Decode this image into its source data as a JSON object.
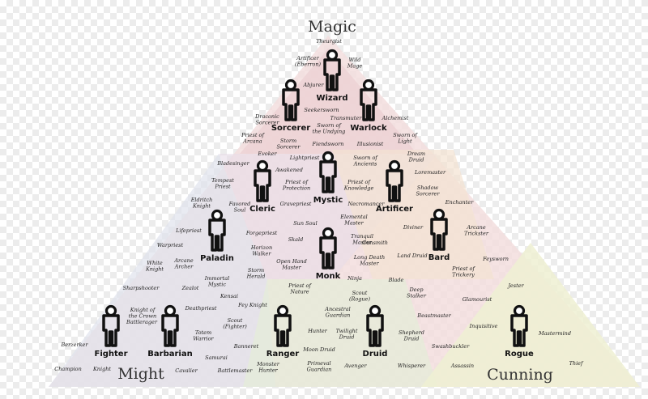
{
  "corners": [
    {
      "id": "magic",
      "label": "Magic"
    },
    {
      "id": "might",
      "label": "Might"
    },
    {
      "id": "cunning",
      "label": "Cunning"
    }
  ],
  "classes": [
    {
      "id": "wizard",
      "label": "Wizard"
    },
    {
      "id": "sorcerer",
      "label": "Sorcerer"
    },
    {
      "id": "warlock",
      "label": "Warlock"
    },
    {
      "id": "cleric",
      "label": "Cleric"
    },
    {
      "id": "mystic",
      "label": "Mystic"
    },
    {
      "id": "artificer",
      "label": "Artificer"
    },
    {
      "id": "bard",
      "label": "Bard"
    },
    {
      "id": "paladin",
      "label": "Paladin"
    },
    {
      "id": "monk",
      "label": "Monk"
    },
    {
      "id": "fighter",
      "label": "Fighter"
    },
    {
      "id": "barbarian",
      "label": "Barbarian"
    },
    {
      "id": "ranger",
      "label": "Ranger"
    },
    {
      "id": "druid",
      "label": "Druid"
    },
    {
      "id": "rogue",
      "label": "Rogue"
    }
  ],
  "subclasses": [
    {
      "id": "theurgist",
      "lines": [
        "Theurgist"
      ]
    },
    {
      "id": "artificer-eberron",
      "lines": [
        "Artificer",
        "(Eberron)"
      ]
    },
    {
      "id": "wild-mage",
      "lines": [
        "Wild",
        "Mage"
      ]
    },
    {
      "id": "abjurer",
      "lines": [
        "Abjurer"
      ]
    },
    {
      "id": "seekersworn",
      "lines": [
        "Seekersworn"
      ]
    },
    {
      "id": "alchemist",
      "lines": [
        "Alchemist"
      ]
    },
    {
      "id": "draconic-sorcerer",
      "lines": [
        "Draconic",
        "Sorcerer"
      ]
    },
    {
      "id": "transmuter",
      "lines": [
        "Transmuter"
      ]
    },
    {
      "id": "sworn-of-the-undying",
      "lines": [
        "Sworn of",
        "the Undying"
      ]
    },
    {
      "id": "priest-of-arcana",
      "lines": [
        "Priest of",
        "Arcana"
      ]
    },
    {
      "id": "storm-sorcerer",
      "lines": [
        "Storm",
        "Sorcerer"
      ]
    },
    {
      "id": "sworn-of-light",
      "lines": [
        "Sworn of",
        "Light"
      ]
    },
    {
      "id": "fiendsworn",
      "lines": [
        "Fiendsworn"
      ]
    },
    {
      "id": "illusionist",
      "lines": [
        "Illusionist"
      ]
    },
    {
      "id": "evoker",
      "lines": [
        "Evoker"
      ]
    },
    {
      "id": "lightpriest",
      "lines": [
        "Lightpriest"
      ]
    },
    {
      "id": "sworn-of-ancients",
      "lines": [
        "Sworn of",
        "Ancients"
      ]
    },
    {
      "id": "dream-druid",
      "lines": [
        "Dream",
        "Druid"
      ]
    },
    {
      "id": "bladesinger",
      "lines": [
        "Bladesinger"
      ]
    },
    {
      "id": "awakened",
      "lines": [
        "Awakened"
      ]
    },
    {
      "id": "loremaster",
      "lines": [
        "Loremaster"
      ]
    },
    {
      "id": "tempest-priest",
      "lines": [
        "Tempest",
        "Priest"
      ]
    },
    {
      "id": "priest-of-protection",
      "lines": [
        "Priest of",
        "Protection"
      ]
    },
    {
      "id": "priest-of-knowledge",
      "lines": [
        "Priest of",
        "Knowledge"
      ]
    },
    {
      "id": "shadow-sorcerer",
      "lines": [
        "Shadow",
        "Sorcerer"
      ]
    },
    {
      "id": "eldritch-knight",
      "lines": [
        "Eldritch",
        "Knight"
      ]
    },
    {
      "id": "favored-soul",
      "lines": [
        "Favored",
        "Soul"
      ]
    },
    {
      "id": "gravepriest",
      "lines": [
        "Gravepriest"
      ]
    },
    {
      "id": "necromancer",
      "lines": [
        "Necromancer"
      ]
    },
    {
      "id": "enchanter",
      "lines": [
        "Enchanter"
      ]
    },
    {
      "id": "sun-soul",
      "lines": [
        "Sun Soul"
      ]
    },
    {
      "id": "elemental-master",
      "lines": [
        "Elemental",
        "Master"
      ]
    },
    {
      "id": "lifepriest",
      "lines": [
        "Lifepriest"
      ]
    },
    {
      "id": "forgepriest",
      "lines": [
        "Forgepriest"
      ]
    },
    {
      "id": "diviner",
      "lines": [
        "Diviner"
      ]
    },
    {
      "id": "arcane-trickster",
      "lines": [
        "Arcane",
        "Trickster"
      ]
    },
    {
      "id": "skald",
      "lines": [
        "Skald"
      ]
    },
    {
      "id": "tranquil-master",
      "lines": [
        "Tranquil",
        "Master"
      ]
    },
    {
      "id": "warpriest",
      "lines": [
        "Warpriest"
      ]
    },
    {
      "id": "horizon-walker",
      "lines": [
        "Horizon",
        "Walker"
      ]
    },
    {
      "id": "gunsmith",
      "lines": [
        "Gunsmith"
      ]
    },
    {
      "id": "land-druid",
      "lines": [
        "Land Druid"
      ]
    },
    {
      "id": "feysworn",
      "lines": [
        "Feysworn"
      ]
    },
    {
      "id": "white-knight",
      "lines": [
        "White",
        "Knight"
      ]
    },
    {
      "id": "arcane-archer",
      "lines": [
        "Arcane",
        "Archer"
      ]
    },
    {
      "id": "open-hand-master",
      "lines": [
        "Open Hand",
        "Master"
      ]
    },
    {
      "id": "long-death-master",
      "lines": [
        "Long Death",
        "Master"
      ]
    },
    {
      "id": "storm-herald",
      "lines": [
        "Storm",
        "Herald"
      ]
    },
    {
      "id": "priest-of-trickery",
      "lines": [
        "Priest of",
        "Trickery"
      ]
    },
    {
      "id": "immortal-mystic",
      "lines": [
        "Immortal",
        "Mystic"
      ]
    },
    {
      "id": "ninja",
      "lines": [
        "Ninja"
      ]
    },
    {
      "id": "blade",
      "lines": [
        "Blade"
      ]
    },
    {
      "id": "jester",
      "lines": [
        "Jester"
      ]
    },
    {
      "id": "sharpshooter",
      "lines": [
        "Sharpshooter"
      ]
    },
    {
      "id": "zealot",
      "lines": [
        "Zealot"
      ]
    },
    {
      "id": "priest-of-nature",
      "lines": [
        "Priest of",
        "Nature"
      ]
    },
    {
      "id": "deep-stalker",
      "lines": [
        "Deep",
        "Stalker"
      ]
    },
    {
      "id": "kensai",
      "lines": [
        "Kensai"
      ]
    },
    {
      "id": "scout-rogue",
      "lines": [
        "Scout",
        "(Rogue)"
      ]
    },
    {
      "id": "glamourist",
      "lines": [
        "Glamourist"
      ]
    },
    {
      "id": "knight-of-the-crown",
      "lines": [
        "Knight of",
        "the Crown"
      ]
    },
    {
      "id": "deathpriest",
      "lines": [
        "Deathpriest"
      ]
    },
    {
      "id": "fey-knight",
      "lines": [
        "Fey Knight"
      ]
    },
    {
      "id": "ancestral-guardian",
      "lines": [
        "Ancestral",
        "Guardian"
      ]
    },
    {
      "id": "beastmaster",
      "lines": [
        "Beastmaster"
      ]
    },
    {
      "id": "battlerager",
      "lines": [
        "Battlerager"
      ]
    },
    {
      "id": "scout-fighter",
      "lines": [
        "Scout",
        "(Fighter)"
      ]
    },
    {
      "id": "inquisitive",
      "lines": [
        "Inquisitive"
      ]
    },
    {
      "id": "totem-warrior",
      "lines": [
        "Totem",
        "Warrior"
      ]
    },
    {
      "id": "hunter",
      "lines": [
        "Hunter"
      ]
    },
    {
      "id": "twilight-druid",
      "lines": [
        "Twilight",
        "Druid"
      ]
    },
    {
      "id": "shepherd-druid",
      "lines": [
        "Shepherd",
        "Druid"
      ]
    },
    {
      "id": "mastermind",
      "lines": [
        "Mastermind"
      ]
    },
    {
      "id": "berzerker",
      "lines": [
        "Berzerker"
      ]
    },
    {
      "id": "banneret",
      "lines": [
        "Banneret"
      ]
    },
    {
      "id": "moon-druid",
      "lines": [
        "Moon Druid"
      ]
    },
    {
      "id": "swashbuckler",
      "lines": [
        "Swashbuckler"
      ]
    },
    {
      "id": "samurai",
      "lines": [
        "Samurai"
      ]
    },
    {
      "id": "thief",
      "lines": [
        "Thief"
      ]
    },
    {
      "id": "champion",
      "lines": [
        "Champion"
      ]
    },
    {
      "id": "knight",
      "lines": [
        "Knight"
      ]
    },
    {
      "id": "cavalier",
      "lines": [
        "Cavalier"
      ]
    },
    {
      "id": "battlemaster",
      "lines": [
        "Battlemaster"
      ]
    },
    {
      "id": "monster-hunter",
      "lines": [
        "Monster",
        "Hunter"
      ]
    },
    {
      "id": "primeval-guardian",
      "lines": [
        "Primeval",
        "Guardian"
      ]
    },
    {
      "id": "avenger",
      "lines": [
        "Avenger"
      ]
    },
    {
      "id": "whisperer",
      "lines": [
        "Whisperer"
      ]
    },
    {
      "id": "assassin",
      "lines": [
        "Assassin"
      ]
    }
  ]
}
